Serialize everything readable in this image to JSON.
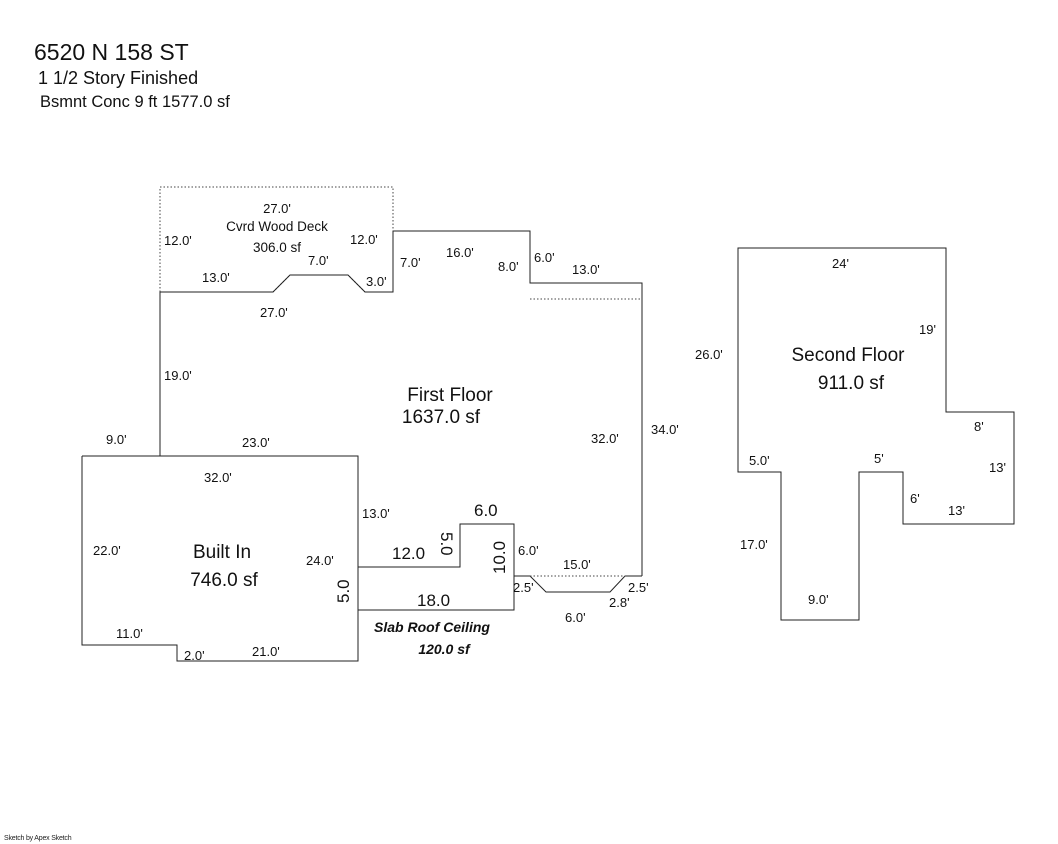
{
  "header": {
    "address": "6520 N 158 ST",
    "story": "1 1/2 Story Finished",
    "basement": "Bsmnt Conc 9 ft  1577.0 sf"
  },
  "areas": {
    "deck": {
      "name": "Cvrd Wood Deck",
      "area": "306.0 sf"
    },
    "first": {
      "name": "First Floor",
      "area": "1637.0 sf"
    },
    "built": {
      "name": "Built In",
      "area": "746.0 sf"
    },
    "slab": {
      "name": "Slab Roof Ceiling",
      "area": "120.0 sf"
    },
    "second": {
      "name": "Second Floor",
      "area": "911.0 sf"
    }
  },
  "dims": {
    "deck_top": "27.0'",
    "deck_left": "12.0'",
    "deck_right": "12.0'",
    "deck_bot_13": "13.0'",
    "deck_bot_7": "7.0'",
    "deck_bot_3": "3.0'",
    "deck_bot_27": "27.0'",
    "ff_7": "7.0'",
    "ff_16": "16.0'",
    "ff_8": "8.0'",
    "ff_6": "6.0'",
    "ff_13": "13.0'",
    "ff_19": "19.0'",
    "ff_9": "9.0'",
    "ff_23": "23.0'",
    "ff_32r": "32.0'",
    "ff_34": "34.0'",
    "bi_32": "32.0'",
    "bi_22": "22.0'",
    "bi_24": "24.0'",
    "bi_13": "13.0'",
    "bi_11": "11.0'",
    "bi_2": "2.0'",
    "bi_21": "21.0'",
    "sl_12": "12.0",
    "sl_5a": "5.0",
    "sl_6": "6.0",
    "sl_10": "10.0",
    "sl_5b": "5.0",
    "sl_18": "18.0",
    "bay_6": "6.0'",
    "bay_15": "15.0'",
    "bay_25a": "2.5'",
    "bay_25b": "2.5'",
    "bay_28": "2.8'",
    "bay_6b": "6.0'",
    "sf_24": "24'",
    "sf_19": "19'",
    "sf_26": "26.0'",
    "sf_8": "8'",
    "sf_13a": "13'",
    "sf_5a": "5.0'",
    "sf_5b": "5'",
    "sf_6": "6'",
    "sf_13b": "13'",
    "sf_17": "17.0'",
    "sf_9": "9.0'"
  },
  "footer": {
    "credit": "Sketch by Apex Sketch"
  }
}
